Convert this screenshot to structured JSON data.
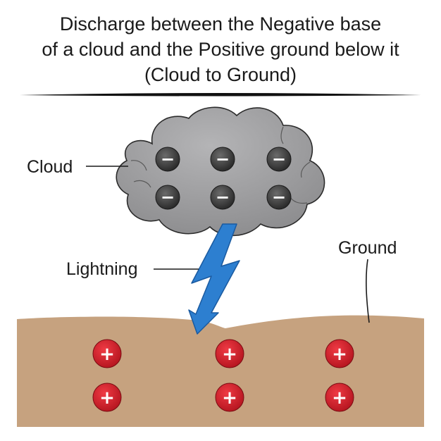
{
  "title": {
    "line1": "Discharge between the Negative base",
    "line2": "of a cloud and the Positive ground below it",
    "line3": "(Cloud to Ground)"
  },
  "labels": {
    "cloud": "Cloud",
    "lightning": "Lightning",
    "ground": "Ground"
  },
  "charges": {
    "negative_symbol": "−",
    "positive_symbol": "+",
    "negative_count": 6,
    "positive_count": 6
  },
  "colors": {
    "cloud": "#9a9a9c",
    "cloud_outline": "#2b2b2b",
    "lightning": "#2d7fd0",
    "ground": "#c6a27f",
    "negative_charge": "#3c3c3c",
    "positive_charge": "#d6222d",
    "divider": "#111111"
  }
}
